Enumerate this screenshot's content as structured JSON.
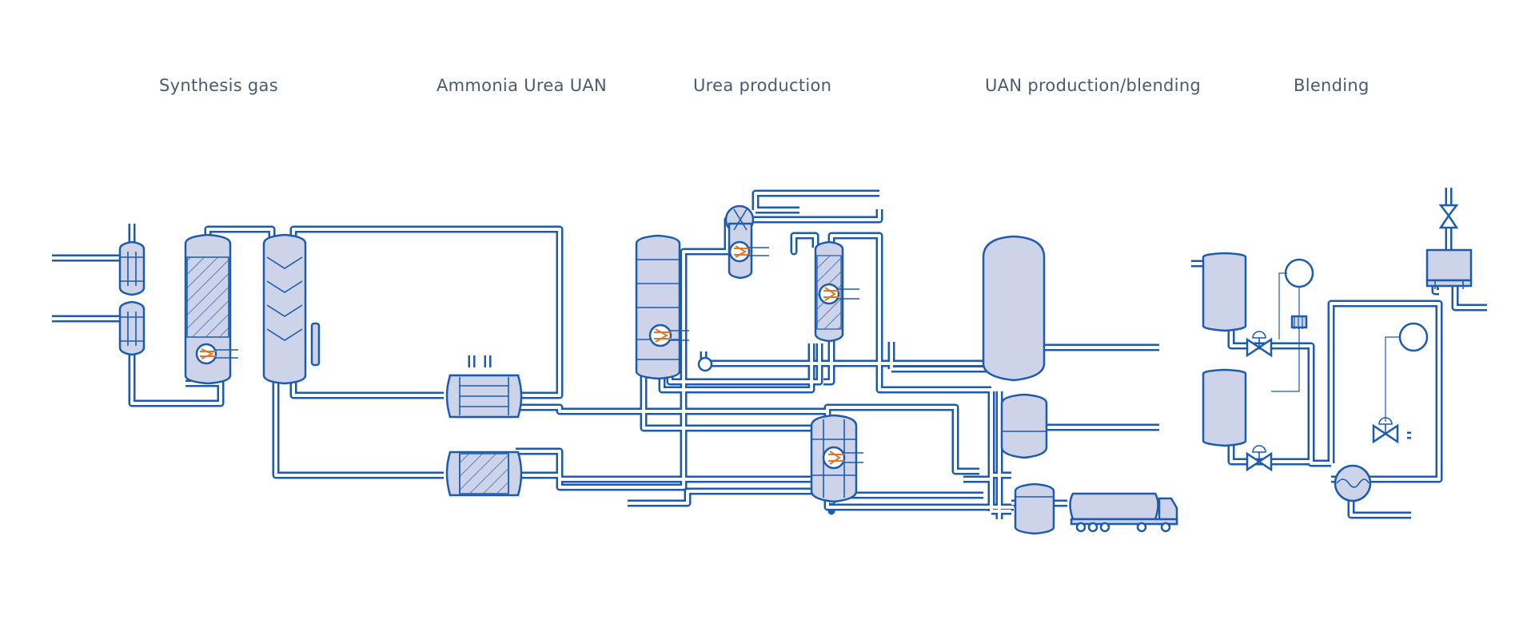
{
  "sections": [
    {
      "label": "Synthesis gas"
    },
    {
      "label": "Ammonia Urea UAN"
    },
    {
      "label": "Urea production"
    },
    {
      "label": "UAN production/blending"
    },
    {
      "label": "Blending"
    }
  ],
  "colors": {
    "pipe": "#1c5bb0",
    "equipment_fill": "#cdd3e8",
    "heating_element": "#d9782e",
    "label_text": "#4a5a70"
  }
}
